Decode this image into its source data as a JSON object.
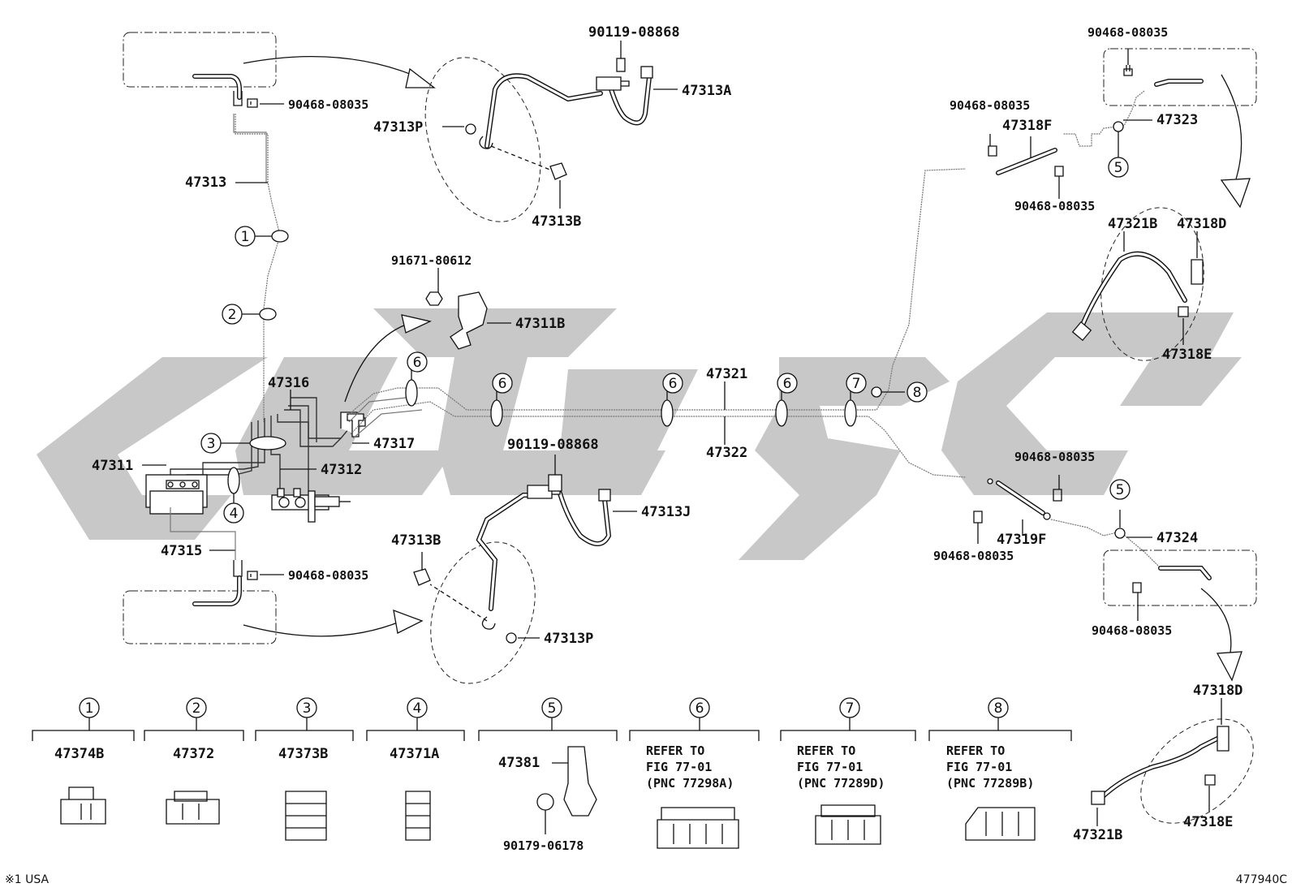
{
  "watermark": "GSC",
  "labels": {
    "p90119_08868_top": "90119-08868",
    "p47313A": "47313A",
    "p47313P_top": "47313P",
    "p47313B_top": "47313B",
    "p90468_top_left": "90468-08035",
    "p47313": "47313",
    "p91671_80612": "91671-80612",
    "p47311B": "47311B",
    "p47316": "47316",
    "p47317": "47317",
    "p47311": "47311",
    "p47312": "47312",
    "p47315": "47315",
    "p90468_bottom_left": "90468-08035",
    "p90119_08868_bottom": "90119-08868",
    "p47313J": "47313J",
    "p47313B_bottom": "47313B",
    "p47313P_bottom": "47313P",
    "p47321": "47321",
    "p47322": "47322",
    "p90468_top_right": "90468-08035",
    "p90468_mid_right_a": "90468-08035",
    "p47318F": "47318F",
    "p90468_mid_right_b": "90468-08035",
    "p47323": "47323",
    "p47321B_top": "47321B",
    "p47318D_top": "47318D",
    "p47318E_top": "47318E",
    "p90468_lower_right_a": "90468-08035",
    "p90468_lower_right_b": "90468-08035",
    "p47319F": "47319F",
    "p47324": "47324",
    "p90468_lower_right_c": "90468-08035",
    "p47318D_bottom": "47318D",
    "p47321B_bottom": "47321B",
    "p47318E_bottom": "47318E"
  },
  "callouts": [
    "1",
    "2",
    "3",
    "4",
    "5",
    "6",
    "7",
    "8"
  ],
  "legend": [
    {
      "num": "1",
      "part": "47374B"
    },
    {
      "num": "2",
      "part": "47372"
    },
    {
      "num": "3",
      "part": "47373B"
    },
    {
      "num": "4",
      "part": "47371A"
    },
    {
      "num": "5",
      "part": "47381",
      "extra": "90179-06178"
    },
    {
      "num": "6",
      "ref": [
        "REFER TO",
        "FIG 77-01",
        "(PNC 77298A)"
      ]
    },
    {
      "num": "7",
      "ref": [
        "REFER TO",
        "FIG 77-01",
        "(PNC 77289D)"
      ]
    },
    {
      "num": "8",
      "ref": [
        "REFER TO",
        "FIG 77-01",
        "(PNC 77289B)"
      ]
    }
  ],
  "footer": {
    "note": "※1 USA",
    "code": "477940C"
  },
  "colors": {
    "ink": "#111111",
    "watermark": "#c8c8c8",
    "pipe": "#777777"
  }
}
